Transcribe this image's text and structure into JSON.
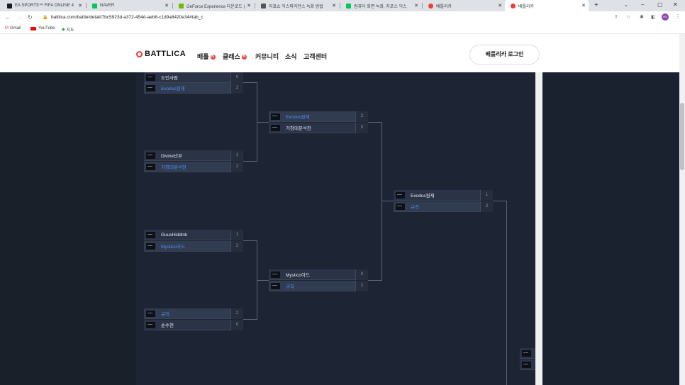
{
  "browser": {
    "tabs": [
      {
        "label": "EA SPORTS™ FIFA ONLINE 4",
        "fav_color": "#1a1a1a"
      },
      {
        "label": "NAVER",
        "fav_color": "#03c75a"
      },
      {
        "label": "GeForce Experience 다운로드 |",
        "fav_color": "#76b900"
      },
      {
        "label": "지표쇼 익스피리언스 녹화 방법",
        "fav_color": "#555555"
      },
      {
        "label": "컴퓨터 화면 녹화, 지포스 익스",
        "fav_color": "#03c75a"
      },
      {
        "label": "배틀리카",
        "fav_color": "#e8413a"
      },
      {
        "label": "배틀리카",
        "fav_color": "#e8413a"
      }
    ],
    "url": "battlica.com/battle/detail/7bc5923d-a372-454d-aeb8-c1d9a8420e34#tab_c",
    "bookmarks": [
      "Gmail",
      "YouTube",
      "지도"
    ],
    "profile_initials": "NS"
  },
  "site": {
    "logo": "BATTLICA",
    "nav": [
      "배틀",
      "클래스",
      "커뮤니티",
      "소식",
      "고객센터"
    ],
    "nav_badges": [
      "N",
      "N"
    ],
    "login": "배틀리카 로그인"
  },
  "bracket": {
    "round1": [
      {
        "name": "도인사람",
        "score": "0",
        "blue": false
      },
      {
        "name": "Exodus원재",
        "score": "2",
        "blue": true
      },
      {
        "name": "Divine넌무",
        "score": "1",
        "blue": false
      },
      {
        "name": "거창대문석천",
        "score": "2",
        "blue": true
      },
      {
        "name": "GuusHiddink",
        "score": "1",
        "blue": false
      },
      {
        "name": "Mystico아드",
        "score": "2",
        "blue": true
      },
      {
        "name": "규직",
        "score": "2",
        "blue": true
      },
      {
        "name": "순수현",
        "score": "0",
        "blue": false
      }
    ],
    "round2": [
      {
        "name": "Exodus원재",
        "score": "2",
        "blue": true
      },
      {
        "name": "거창대문석천",
        "score": "0",
        "blue": false
      },
      {
        "name": "Mystico아드",
        "score": "0",
        "blue": false
      },
      {
        "name": "규직",
        "score": "2",
        "blue": true
      }
    ],
    "round3": [
      {
        "name": "Exodus원재",
        "score": "1",
        "blue": false
      },
      {
        "name": "규직",
        "score": "2",
        "blue": true
      }
    ]
  }
}
